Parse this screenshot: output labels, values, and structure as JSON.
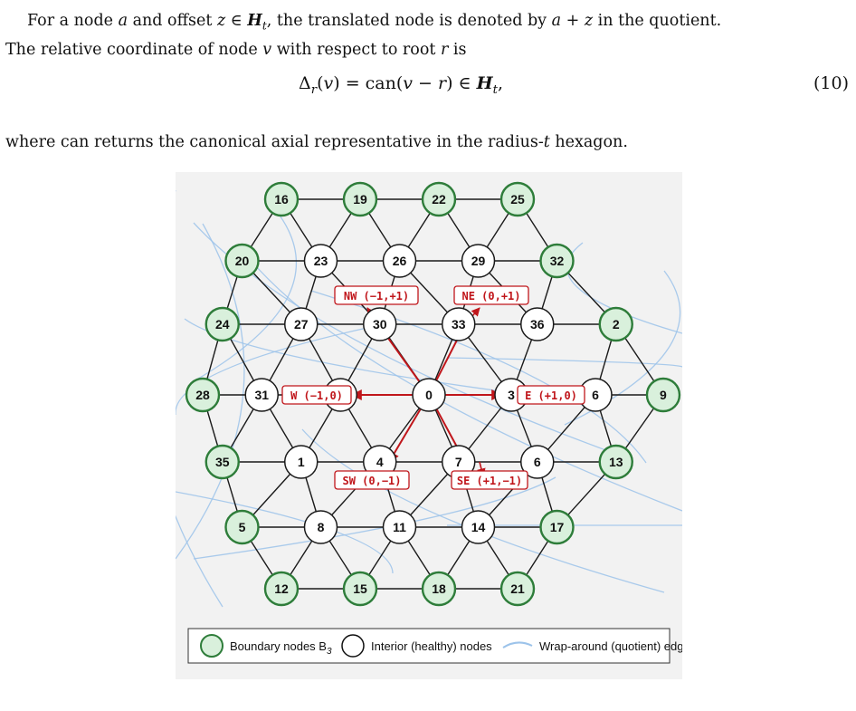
{
  "text": {
    "p1_a": "For a node ",
    "p1_b": " and offset ",
    "p1_c": ", the translated node is denoted by ",
    "p1_d": " in the quotient.",
    "p1_e": "The relative coordinate of node ",
    "p1_f": " with respect to root ",
    "p1_g": " is",
    "eq_number": "(10)",
    "p2_a": "where can returns the canonical axial representative in the radius-",
    "p2_b": " hexagon."
  },
  "figure": {
    "boundary_nodes": [
      "16",
      "19",
      "22",
      "25",
      "20",
      "32",
      "24",
      "2",
      "28",
      "9",
      "35",
      "13",
      "5",
      "17",
      "12",
      "15",
      "18",
      "21"
    ],
    "interior_nodes": [
      "23",
      "26",
      "29",
      "27",
      "30",
      "33",
      "36",
      "31",
      "",
      "0",
      "3",
      "6",
      "1",
      "4",
      "7",
      "6",
      "8",
      "11",
      "14"
    ],
    "direction_labels": {
      "nw": "NW (−1,+1)",
      "ne": "NE (0,+1)",
      "w": "W (−1,0)",
      "e": "E (+1,0)",
      "sw": "SW (0,−1)",
      "se": "SE (+1,−1)"
    },
    "legend": {
      "boundary": "Boundary nodes B",
      "boundary_sub": "3",
      "interior": "Interior (healthy) nodes",
      "wrap": "Wrap-around (quotient) edges"
    },
    "colors": {
      "boundary_fill": "#d9f0dc",
      "boundary_stroke": "#2e7d3a",
      "interior_fill": "#ffffff",
      "edge": "#1a1a1a",
      "wrap_edge": "#9cc3ea",
      "direction": "#c0161b",
      "panel_bg": "#f2f2f2"
    }
  }
}
